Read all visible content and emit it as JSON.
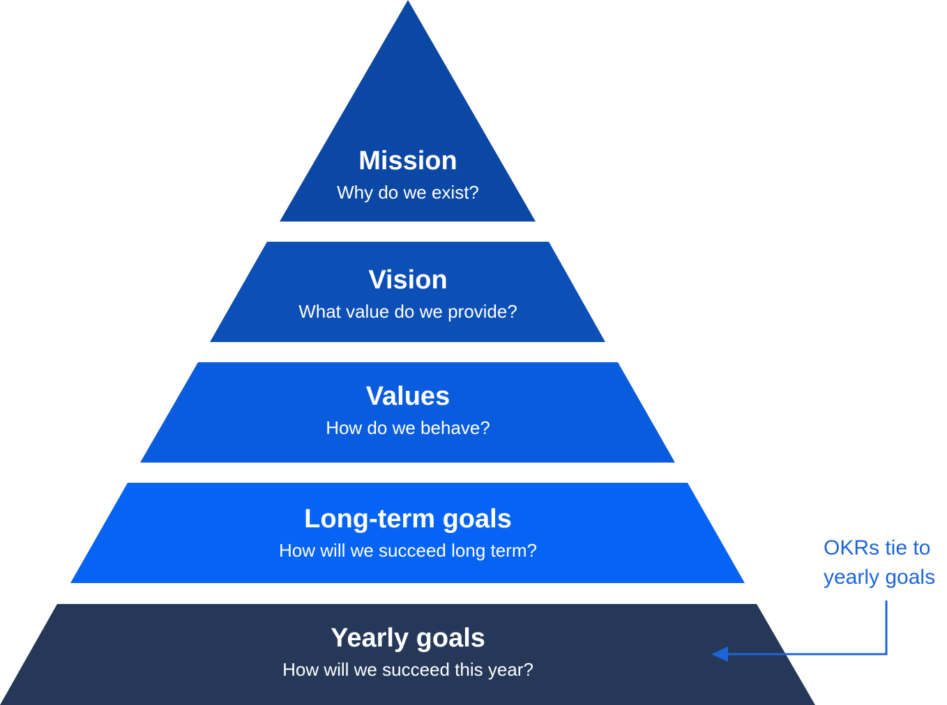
{
  "colors": {
    "mission": "#0B47A4",
    "vision": "#0C4FB6",
    "values": "#0A5CDE",
    "long_term": "#0563F5",
    "yearly": "#253858",
    "accent": "#1D64D8",
    "text": "#ffffff"
  },
  "pyramid": {
    "tiers": [
      {
        "key": "mission",
        "title": "Mission",
        "subtitle": "Why do we exist?"
      },
      {
        "key": "vision",
        "title": "Vision",
        "subtitle": "What value do we provide?"
      },
      {
        "key": "values",
        "title": "Values",
        "subtitle": "How do we behave?"
      },
      {
        "key": "long_term",
        "title": "Long-term goals",
        "subtitle": "How will we succeed long term?"
      },
      {
        "key": "yearly",
        "title": "Yearly goals",
        "subtitle": "How will we succeed this year?"
      }
    ]
  },
  "callout": {
    "line1": "OKRs tie to",
    "line2": "yearly goals"
  }
}
